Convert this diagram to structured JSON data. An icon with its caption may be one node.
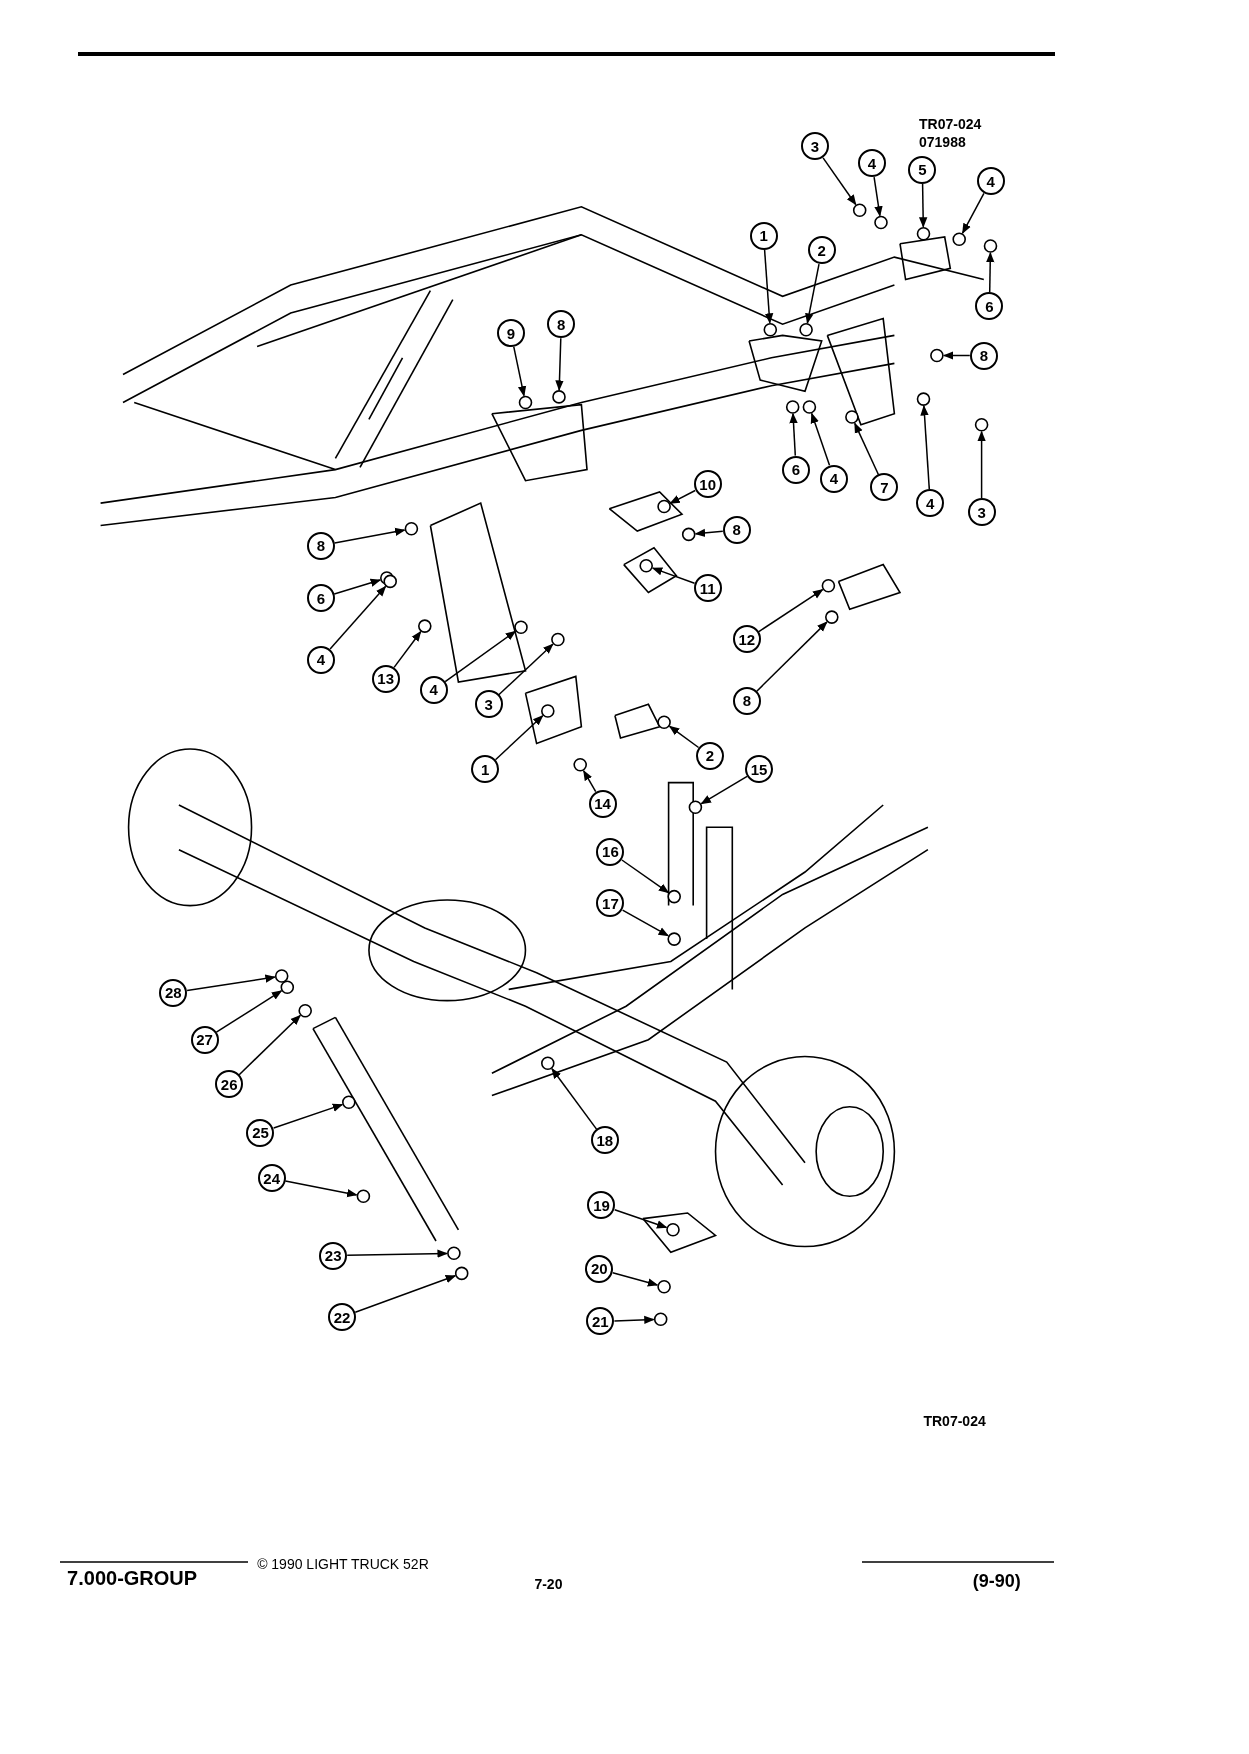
{
  "diagram": {
    "nodes": [
      {
        "text": [
          "3"
        ]
      },
      {
        "text": [
          "4"
        ]
      },
      {
        "text": [
          "5"
        ]
      },
      {
        "text": [
          "4"
        ]
      },
      {
        "text": [
          "1"
        ]
      },
      {
        "text": [
          "2"
        ]
      },
      {
        "text": [
          "6"
        ]
      },
      {
        "text": [
          "8"
        ]
      },
      {
        "text": [
          "9"
        ]
      },
      {
        "text": [
          "8"
        ]
      },
      {
        "text": [
          "6"
        ]
      },
      {
        "text": [
          "4"
        ]
      },
      {
        "text": [
          "7"
        ]
      },
      {
        "text": [
          "4"
        ]
      },
      {
        "text": [
          "3"
        ]
      },
      {
        "text": [
          "10"
        ]
      },
      {
        "text": [
          "8"
        ]
      },
      {
        "text": [
          "8"
        ]
      },
      {
        "text": [
          "6"
        ]
      },
      {
        "text": [
          "11"
        ]
      },
      {
        "text": [
          "4"
        ]
      },
      {
        "text": [
          "13"
        ]
      },
      {
        "text": [
          "4"
        ]
      },
      {
        "text": [
          "3"
        ]
      },
      {
        "text": [
          "12"
        ]
      },
      {
        "text": [
          "8"
        ]
      },
      {
        "text": [
          "1"
        ]
      },
      {
        "text": [
          "2"
        ]
      },
      {
        "text": [
          "15"
        ]
      },
      {
        "text": [
          "14"
        ]
      },
      {
        "text": [
          "16"
        ]
      },
      {
        "text": [
          "17"
        ]
      },
      {
        "text": [
          "28"
        ]
      },
      {
        "text": [
          "27"
        ]
      },
      {
        "text": [
          "26"
        ]
      },
      {
        "text": [
          "25"
        ]
      },
      {
        "text": [
          "18"
        ]
      },
      {
        "text": [
          "24"
        ]
      },
      {
        "text": [
          "19"
        ]
      },
      {
        "text": [
          "23"
        ]
      },
      {
        "text": [
          "20"
        ]
      },
      {
        "text": [
          "22"
        ]
      },
      {
        "text": [
          "21"
        ]
      },
      {
        "text": [],
        "shape": "circle"
      },
      {
        "text": [],
        "shape": "circle"
      },
      {
        "text": [],
        "shape": "circle"
      },
      {
        "text": [],
        "shape": "circle"
      },
      {
        "text": [],
        "shape": "circle"
      },
      {
        "text": [],
        "shape": "circle"
      },
      {
        "text": [],
        "shape": "circle"
      },
      {
        "text": [],
        "shape": "circle"
      },
      {
        "text": [],
        "shape": "circle"
      },
      {
        "text": [],
        "shape": "circle"
      },
      {
        "text": [],
        "shape": "circle"
      },
      {
        "text": [],
        "shape": "circle"
      },
      {
        "text": [],
        "shape": "circle"
      },
      {
        "text": [],
        "shape": "circle"
      },
      {
        "text": [],
        "shape": "circle"
      },
      {
        "text": [],
        "shape": "circle"
      },
      {
        "text": [],
        "shape": "circle"
      },
      {
        "text": [],
        "shape": "circle"
      },
      {
        "text": [],
        "shape": "circle"
      },
      {
        "text": [],
        "shape": "circle"
      },
      {
        "text": [],
        "shape": "circle"
      },
      {
        "text": [],
        "shape": "circle"
      },
      {
        "text": [],
        "shape": "circle"
      },
      {
        "text": [],
        "shape": "circle"
      },
      {
        "text": [],
        "shape": "circle"
      },
      {
        "text": [],
        "shape": "circle"
      },
      {
        "text": [],
        "shape": "circle"
      },
      {
        "text": [],
        "shape": "circle"
      },
      {
        "text": [],
        "shape": "circle"
      },
      {
        "text": [],
        "shape": "circle"
      },
      {
        "text": [],
        "shape": "circle"
      },
      {
        "text": [],
        "shape": "circle"
      },
      {
        "text": [],
        "shape": "circle"
      },
      {
        "text": [],
        "shape": "circle"
      },
      {
        "text": [],
        "shape": "circle"
      },
      {
        "text": [],
        "shape": "circle"
      },
      {
        "text": [],
        "shape": "circle"
      },
      {
        "text": [],
        "shape": "circle"
      },
      {
        "text": [],
        "shape": "circle"
      },
      {
        "text": [],
        "shape": "circle"
      },
      {
        "text": [],
        "shape": "circle"
      },
      {
        "text": [],
        "shape": "circle"
      },
      {
        "text": [],
        "shape": "circle"
      }
    ],
    "edges": [
      {
        "from": 0,
        "to": 43,
        "arrow": "to"
      },
      {
        "from": 1,
        "to": 44,
        "arrow": "to"
      },
      {
        "from": 2,
        "to": 45,
        "arrow": "to"
      },
      {
        "from": 3,
        "to": 46,
        "arrow": "to"
      },
      {
        "from": 4,
        "to": 47,
        "arrow": "to"
      },
      {
        "from": 5,
        "to": 48,
        "arrow": "to"
      },
      {
        "from": 6,
        "to": 49,
        "arrow": "to"
      },
      {
        "from": 7,
        "to": 50,
        "arrow": "to"
      },
      {
        "from": 8,
        "to": 51,
        "arrow": "to"
      },
      {
        "from": 9,
        "to": 52,
        "arrow": "to"
      },
      {
        "from": 10,
        "to": 53,
        "arrow": "to"
      },
      {
        "from": 11,
        "to": 54,
        "arrow": "to"
      },
      {
        "from": 12,
        "to": 55,
        "arrow": "to"
      },
      {
        "from": 13,
        "to": 56,
        "arrow": "to"
      },
      {
        "from": 14,
        "to": 57,
        "arrow": "to"
      },
      {
        "from": 15,
        "to": 58,
        "arrow": "to"
      },
      {
        "from": 16,
        "to": 59,
        "arrow": "to"
      },
      {
        "from": 17,
        "to": 60,
        "arrow": "to"
      },
      {
        "from": 18,
        "to": 61,
        "arrow": "to"
      },
      {
        "from": 19,
        "to": 62,
        "arrow": "to"
      },
      {
        "from": 20,
        "to": 63,
        "arrow": "to"
      },
      {
        "from": 21,
        "to": 64,
        "arrow": "to"
      },
      {
        "from": 22,
        "to": 65,
        "arrow": "to"
      },
      {
        "from": 23,
        "to": 66,
        "arrow": "to"
      },
      {
        "from": 24,
        "to": 67,
        "arrow": "to"
      },
      {
        "from": 25,
        "to": 68,
        "arrow": "to"
      },
      {
        "from": 26,
        "to": 69,
        "arrow": "to"
      },
      {
        "from": 27,
        "to": 70,
        "arrow": "to"
      },
      {
        "from": 28,
        "to": 71,
        "arrow": "to"
      },
      {
        "from": 29,
        "to": 72,
        "arrow": "to"
      },
      {
        "from": 30,
        "to": 73,
        "arrow": "to"
      },
      {
        "from": 31,
        "to": 74,
        "arrow": "to"
      },
      {
        "from": 32,
        "to": 75,
        "arrow": "to"
      },
      {
        "from": 33,
        "to": 76,
        "arrow": "to"
      },
      {
        "from": 34,
        "to": 77,
        "arrow": "to"
      },
      {
        "from": 35,
        "to": 78,
        "arrow": "to"
      },
      {
        "from": 36,
        "to": 79,
        "arrow": "to"
      },
      {
        "from": 37,
        "to": 80,
        "arrow": "to"
      },
      {
        "from": 38,
        "to": 81,
        "arrow": "to"
      },
      {
        "from": 39,
        "to": 82,
        "arrow": "to"
      },
      {
        "from": 40,
        "to": 83,
        "arrow": "to"
      },
      {
        "from": 41,
        "to": 84,
        "arrow": "to"
      },
      {
        "from": 42,
        "to": 85,
        "arrow": "to"
      }
    ],
    "labels": [
      "TR07-024",
      "071988",
      "TR07-024",
      "7.000-GROUP",
      "© 1990 LIGHT TRUCK 52R",
      "7-20",
      "(9-90)"
    ]
  }
}
